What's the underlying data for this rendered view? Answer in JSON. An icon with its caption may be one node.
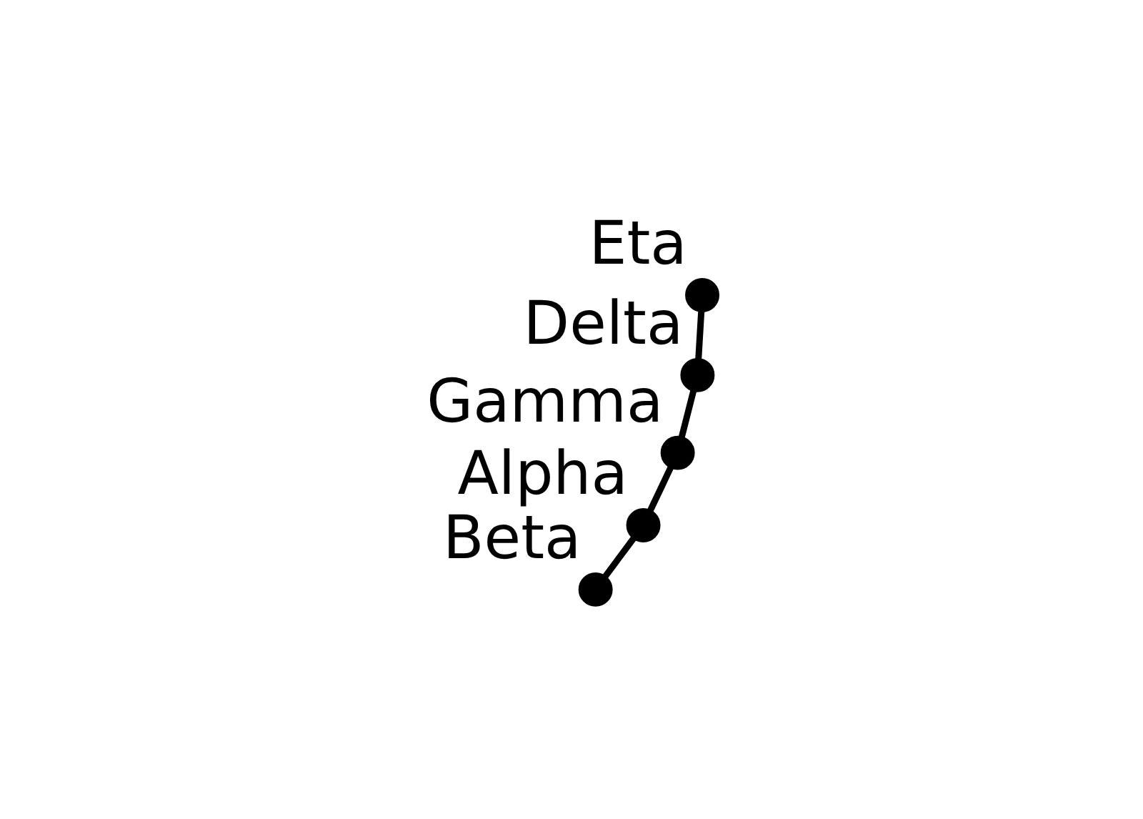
{
  "diagram": {
    "nodes": [
      {
        "text": [],
        "shape": "circle",
        "beside": [
          "Beta"
        ]
      },
      {
        "text": [],
        "shape": "circle",
        "beside": [
          "Gamma"
        ]
      },
      {
        "text": [],
        "shape": "circle",
        "beside": [
          "Alpha"
        ]
      },
      {
        "text": [],
        "shape": "circle",
        "beside": [
          "Eta"
        ]
      },
      {
        "text": [],
        "shape": "circle",
        "beside": [
          "Delta"
        ]
      }
    ],
    "edges": [
      {
        "from": 3,
        "to": 4,
        "arrow": "none"
      },
      {
        "from": 4,
        "to": 1,
        "arrow": "none"
      },
      {
        "from": 1,
        "to": 2,
        "arrow": "none"
      },
      {
        "from": 2,
        "to": 0,
        "arrow": "none"
      }
    ]
  }
}
